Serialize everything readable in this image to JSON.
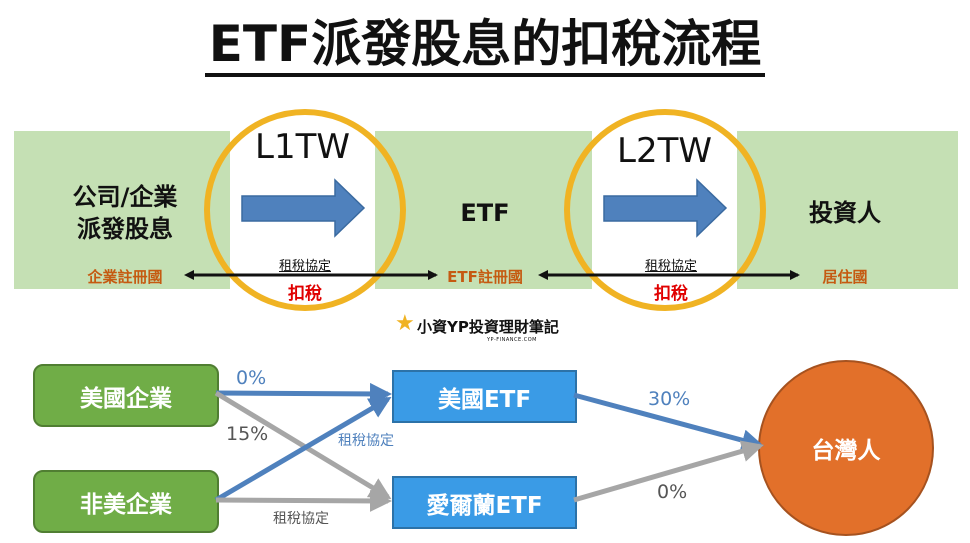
{
  "title": "ETF派發股息的扣稅流程",
  "flow": {
    "company_line1": "公司/企業",
    "company_line2": "派發股息",
    "l1_label": "L1TW",
    "etf_label": "ETF",
    "l2_label": "L2TW",
    "investor_label": "投資人",
    "country_company": "企業註冊國",
    "country_etf": "ETF註冊國",
    "country_investor": "居住國",
    "treaty_1": "租稅協定",
    "tax_1": "扣稅",
    "treaty_2": "租稅協定",
    "tax_2": "扣稅"
  },
  "logo": {
    "text": "小資YP投資理財筆記",
    "sub": "YP-FINANCE.COM"
  },
  "bottom": {
    "us_company": "美國企業",
    "non_us_company": "非美企業",
    "us_etf": "美國ETF",
    "ireland_etf": "愛爾蘭ETF",
    "taiwanese": "台灣人",
    "pct_us_to_usetf": "0%",
    "pct_us_to_ieetf": "15%",
    "treaty_blue": "租稅協定",
    "treaty_gray": "租稅協定",
    "pct_usetf_to_tw": "30%",
    "pct_ieetf_to_tw": "0%"
  },
  "colors": {
    "band_green": "#c5e0b4",
    "circle_gold": "#f0b323",
    "arrow_blue": "#4f81bd",
    "arrow_gray": "#a6a6a6",
    "country_orange": "#c55a11",
    "tax_red": "#e00000",
    "box_green": "#70ad47",
    "box_blue": "#3a9be6",
    "circle_orange": "#e2702a"
  }
}
